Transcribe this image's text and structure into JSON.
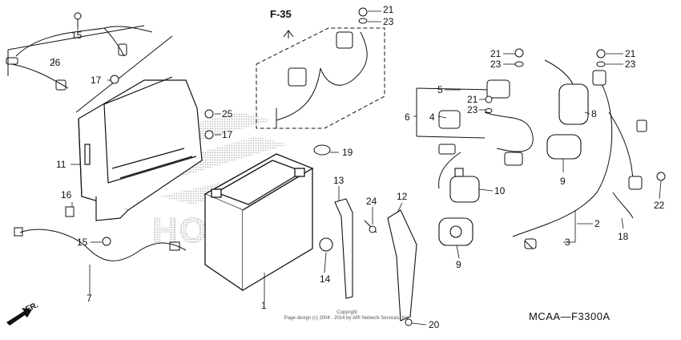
{
  "diagram": {
    "section_ref": "F-35",
    "code": "MCAA—F3300A",
    "front_label": "FR.",
    "watermark": "HONDA",
    "copyright_line1": "Copyright",
    "copyright_line2": "Page design (c) 2004 - 2014 by ARI Network Services, Inc.",
    "callouts": [
      "21",
      "23",
      "15",
      "26",
      "17",
      "25",
      "17",
      "11",
      "16",
      "15",
      "7",
      "1",
      "19",
      "13",
      "24",
      "14",
      "12",
      "20",
      "5",
      "6",
      "4",
      "21",
      "23",
      "21",
      "23",
      "21",
      "23",
      "8",
      "10",
      "9",
      "9",
      "2",
      "3",
      "18",
      "22"
    ]
  },
  "colors": {
    "line": "#111111",
    "watermark": "#c4c4c4"
  }
}
